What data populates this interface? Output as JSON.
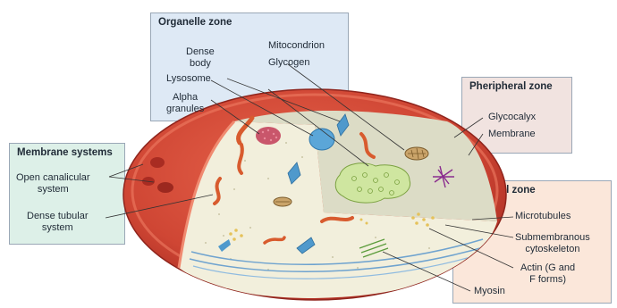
{
  "colors": {
    "membrane_outer": "#c33a2c",
    "membrane_inner": "#e25a44",
    "cytoplasm": "#f2efdc",
    "back_wall": "#dcdcc6",
    "organelle_box": "#dee9f5",
    "membrane_box": "#ddf0e8",
    "peripheral_box": "#f1e3e0",
    "structural_box": "#fbe7da"
  },
  "zones": {
    "organelle": {
      "title": "Organelle zone",
      "labels": {
        "dense_body": "Dense\nbody",
        "mitocondrion": "Mitocondrion",
        "glycogen": "Glycogen",
        "lysosome": "Lysosome",
        "alpha_granules": "Alpha\ngranules"
      }
    },
    "peripheral": {
      "title": "Pheripheral zone",
      "labels": {
        "glycocalyx": "Glycocalyx",
        "membrane": "Membrane"
      }
    },
    "membrane_systems": {
      "title": "Membrane systems",
      "labels": {
        "open_canalicular": "Open canalicular\nsystem",
        "dense_tubular": "Dense tubular\nsystem"
      }
    },
    "structural": {
      "title": "Structural zone",
      "labels": {
        "microtubules": "Microtubules",
        "submembranous": "Submembranous\ncytoskeleton",
        "actin": "Actin (G and\nF forms)",
        "myosin": "Myosin"
      }
    }
  },
  "icons": [
    "platelet-cutaway-illustration"
  ]
}
